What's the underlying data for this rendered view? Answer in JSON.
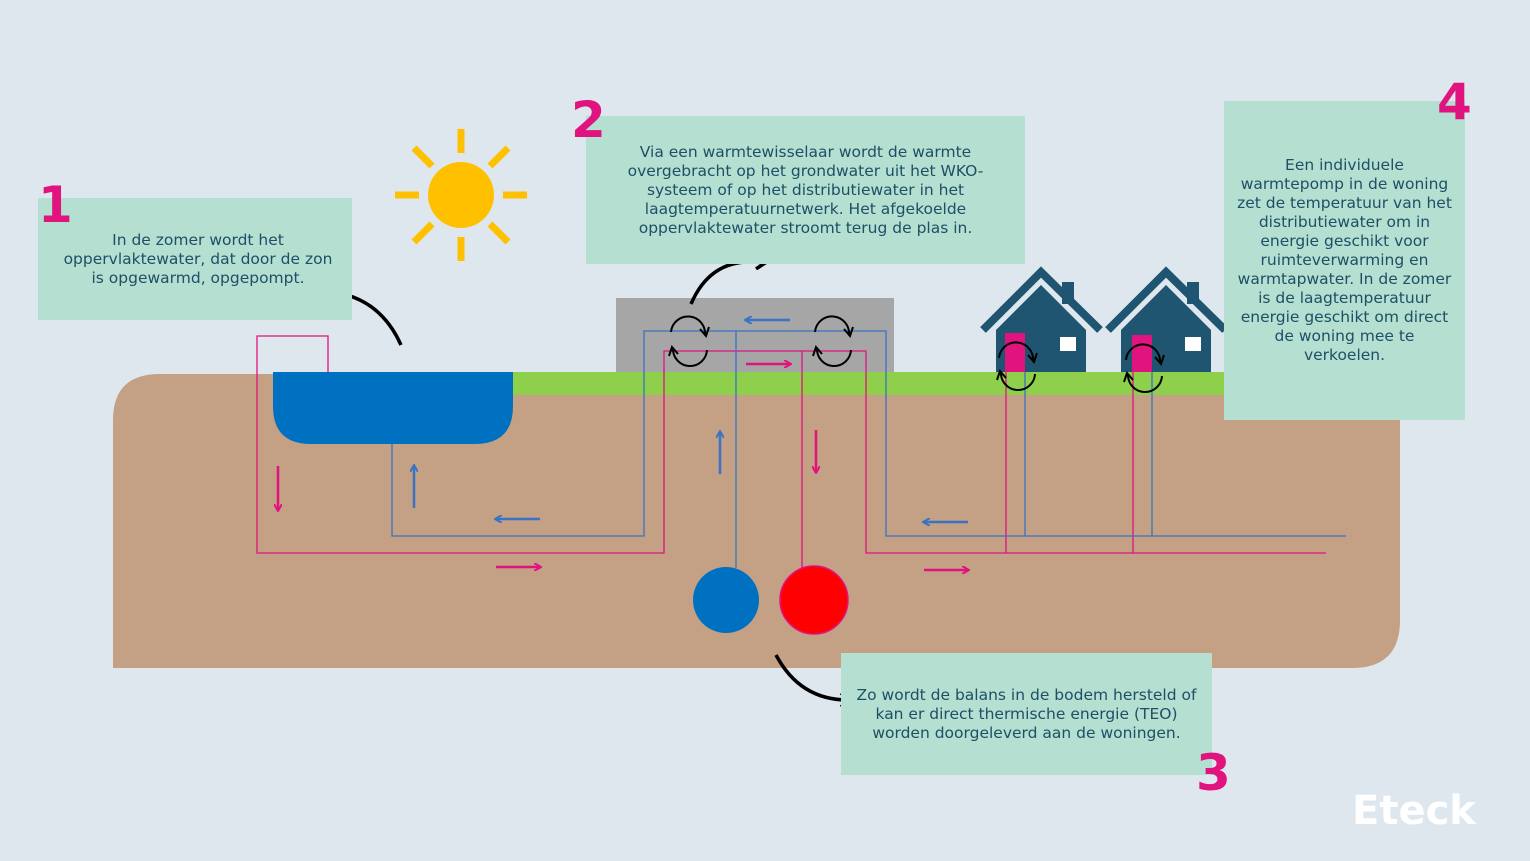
{
  "steps": [
    {
      "number": "1",
      "text": "In de zomer wordt het oppervlaktewater, dat door de zon is opgewarmd, opgepompt."
    },
    {
      "number": "2",
      "text": "Via een warmtewisselaar wordt de warmte overgebracht op het grondwater uit het WKO-systeem of op het distributiewater in het laagtemperatuurnetwerk. Het afgekoelde oppervlaktewater stroomt terug de plas in."
    },
    {
      "number": "3",
      "text": "Zo wordt de balans in de bodem hersteld of kan er direct thermische energie (TEO) worden doorgeleverd aan de woningen."
    },
    {
      "number": "4",
      "text": "Een individuele warmtepomp in de woning zet de temperatuur van het distributiewater om in energie geschikt voor ruimteverwarming en warmtapwater. In de zomer is de laagtemperatuur energie geschikt om direct de woning mee te verkoelen."
    }
  ],
  "brand": {
    "name": "Eteck",
    "color": "#ffffff"
  },
  "colors": {
    "background": "#dfe7ee",
    "soil": "#c4a084",
    "grass": "#8ed04b",
    "water": "#0070c0",
    "warm": "#e0137f",
    "cold_line": "#3a72c4",
    "accent_number": "#e0137f",
    "textbox": "#b4dfd1",
    "text": "#1f4f66",
    "house": "#1f5570",
    "sun": "#ffc000",
    "building": "#a6a6a6",
    "hot_well": "#ff0000",
    "cold_well": "#0070c0"
  },
  "icons": [
    "sun-icon",
    "house-icon",
    "heat-exchanger-icon",
    "curved-arrow-icon",
    "flow-arrow-icon"
  ]
}
